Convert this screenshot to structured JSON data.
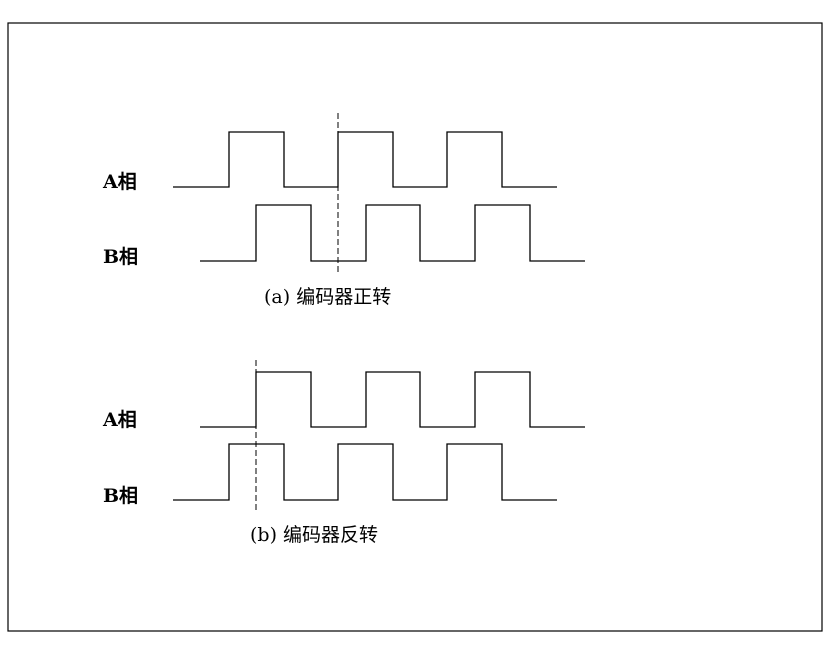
{
  "diagram_a": {
    "label_a": "A相",
    "label_b": "B相",
    "caption": "(a) 编码器正转",
    "a_levels": [
      0,
      1,
      0,
      1,
      0,
      1,
      0
    ],
    "b_levels": [
      0,
      1,
      0,
      1,
      0,
      1,
      0
    ]
  },
  "diagram_b": {
    "label_a": "A相",
    "label_b": "B相",
    "caption": "(b) 编码器反转",
    "a_levels": [
      0,
      1,
      0,
      1,
      0,
      1,
      0
    ],
    "b_levels": [
      0,
      1,
      0,
      1,
      0,
      1,
      0
    ]
  }
}
